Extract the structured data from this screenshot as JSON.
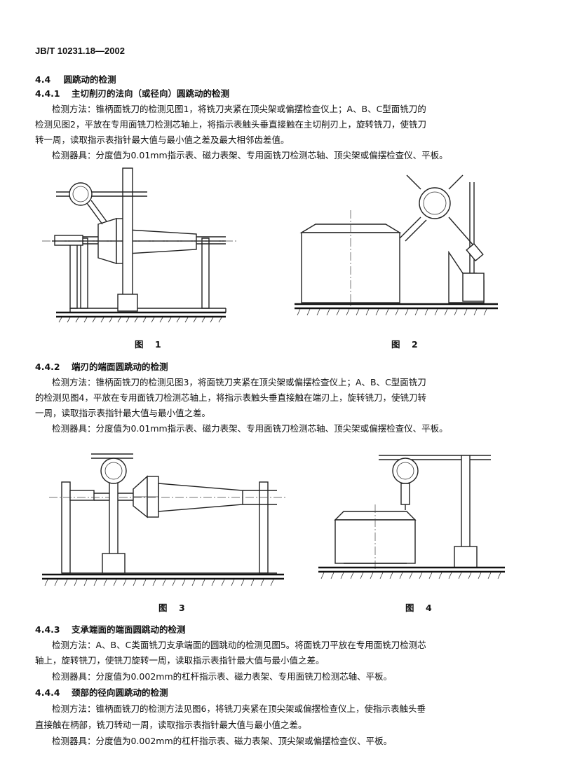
{
  "header": {
    "standard_code": "JB/T 10231.18—2002"
  },
  "sections": {
    "s44": {
      "number": "4.4",
      "title": "圆跳动的检测"
    },
    "s441": {
      "number": "4.4.1",
      "title": "主切削刃的法向（或径向）圆跳动的检测",
      "method_lines": [
        "检测方法：锥柄面铣刀的检测见图1，将铣刀夹紧在顶尖架或偏摆检查仪上；A、B、C型面铣刀的",
        "检测见图2，平放在专用面铣刀检测芯轴上，将指示表触头垂直接触在主切削刃上，旋转铣刀，使铣刀",
        "转一周，读取指示表指针最大值与最小值之差及最大相邻齿差值。"
      ],
      "tools": "检测器具：分度值为0.01mm指示表、磁力表架、专用面铣刀检测芯轴、顶尖架或偏摆检查仪、平板。"
    },
    "s442": {
      "number": "4.4.2",
      "title": "端刃的端面圆跳动的检测",
      "method_lines": [
        "检测方法：锥柄面铣刀的检测见图3，将面铣刀夹紧在顶尖架或偏摆检查仪上；A、B、C型面铣刀",
        "的检测见图4，平放在专用面铣刀检测芯轴上，将指示表触头垂直接触在端刃上，旋转铣刀，使铣刀转",
        "一周，读取指示表指针最大值与最小值之差。"
      ],
      "tools": "检测器具：分度值为0.01mm指示表、磁力表架、专用面铣刀检测芯轴、顶尖架或偏摆检查仪、平板。"
    },
    "s443": {
      "number": "4.4.3",
      "title": "支承端面的端面圆跳动的检测",
      "method_lines": [
        "检测方法：A、B、C类面铣刀支承端面的圆跳动的检测见图5。将面铣刀平放在专用面铣刀检测芯",
        "轴上，旋转铣刀，使铣刀旋转一周，读取指示表指针最大值与最小值之差。"
      ],
      "tools": "检测器具：分度值为0.002mm的杠杆指示表、磁力表架、专用面铣刀检测芯轴、平板。"
    },
    "s444": {
      "number": "4.4.4",
      "title": "颈部的径向圆跳动的检测",
      "method_lines": [
        "检测方法：锥柄面铣刀的检测方法见图6，将铣刀夹紧在顶尖架或偏摆检查仪上，使指示表触头垂",
        "直接触在柄部，铣刀转动一周，读取指示表指针最大值与最小值之差。"
      ],
      "tools": "检测器具：分度值为0.002mm的杠杆指示表、磁力表架、顶尖架或偏摆检查仪、平板。"
    }
  },
  "figures": {
    "fig1": "图　1",
    "fig2": "图　2",
    "fig3": "图　3",
    "fig4": "图　4"
  }
}
